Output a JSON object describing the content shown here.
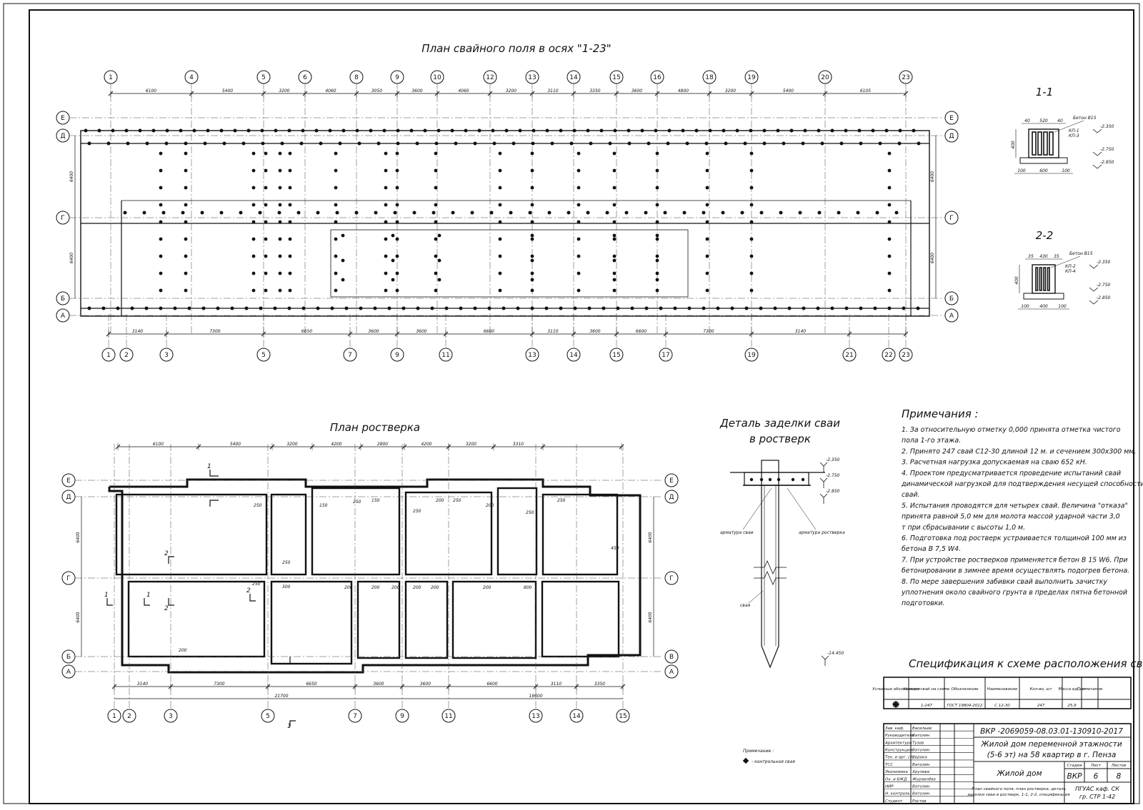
{
  "titles": {
    "pile_plan": "План свайного поля в осях \"1-23\"",
    "grillage_plan": "План ростверка",
    "detail_line1": "Деталь заделки сваи",
    "detail_line2": "в ростверк",
    "section_1": "1-1",
    "section_2": "2-2",
    "notes_head": "Примечания :",
    "spec_head": "Спецификация к схеме расположения свай"
  },
  "pile_plan": {
    "top_axes": [
      "1",
      "4",
      "5",
      "6",
      "8",
      "9",
      "10",
      "12",
      "13",
      "14",
      "15",
      "16",
      "18",
      "19",
      "20",
      "23"
    ],
    "top_dims": [
      "6100",
      "5400",
      "3200",
      "4060",
      "3050",
      "3600",
      "4060",
      "3200",
      "3110",
      "3350",
      "3600",
      "4800",
      "3200",
      "5400",
      "6105"
    ],
    "bottom_axes": [
      "1",
      "2",
      "3",
      "5",
      "7",
      "9",
      "11",
      "13",
      "14",
      "15",
      "17",
      "19",
      "21",
      "22",
      "23"
    ],
    "bottom_dims": [
      "3140",
      "7300",
      "6650",
      "3600",
      "3600",
      "6600",
      "3110",
      "3600",
      "6600",
      "7300",
      "3140"
    ],
    "row_axes": [
      "Е",
      "Д",
      "Г",
      "Б",
      "А"
    ],
    "side_dims": [
      "6400",
      "6400"
    ]
  },
  "grillage_plan": {
    "top_dims": [
      "6100",
      "5400",
      "3200",
      "4200",
      "2800",
      "4200",
      "3200",
      "3310"
    ],
    "bottom_axes": [
      "1",
      "2",
      "3",
      "5",
      "7",
      "9",
      "11",
      "13",
      "14",
      "15"
    ],
    "bottom_dims": [
      "3140",
      "7300",
      "6650",
      "3600",
      "3600",
      "6600",
      "3110",
      "3350"
    ],
    "total_dims": [
      "21700",
      "19600"
    ],
    "left_axes": [
      "Е",
      "Д",
      "Г",
      "Б",
      "А"
    ],
    "right_axes": [
      "Е",
      "Д",
      "Г",
      "В",
      "А"
    ],
    "side_dims": [
      "6400",
      "6400"
    ],
    "beam_labels": [
      "250",
      "250",
      "150",
      "250",
      "150",
      "250",
      "200",
      "250",
      "200",
      "250",
      "250",
      "300",
      "250",
      "200",
      "200",
      "200",
      "200",
      "200",
      "200",
      "200",
      "800",
      "450"
    ]
  },
  "sections": {
    "s1_label": "Бетон В15",
    "s1_rebar": [
      "КП-1",
      "КП-3"
    ],
    "s1_dims": [
      "40",
      "520",
      "40",
      "100",
      "600",
      "100",
      "400"
    ],
    "s1_marks": [
      "-2.350",
      "-2.750",
      "-2.850"
    ],
    "s2_label": "Бетон В15",
    "s2_rebar": [
      "КП-2",
      "КП-4"
    ],
    "s2_dims": [
      "35",
      "430",
      "35",
      "100",
      "400",
      "100",
      "400"
    ],
    "s2_marks": [
      "-2.350",
      "-2.750",
      "-2.850"
    ]
  },
  "detail": {
    "marks": [
      "-2.350",
      "-2.750",
      "-2.850",
      "-14.450"
    ],
    "labels": [
      "арматура сваи",
      "арматура ростверка",
      "свая"
    ]
  },
  "legend": {
    "head": "Примечание :",
    "item": "- контрольная свая"
  },
  "notes": [
    "1. За относительную отметку 0,000 принята отметка чистого",
    "    пола 1-го этажа.",
    "2. Принято 247 свай С12-30 длиной 12 м. и сечением 300х300 мм.",
    "3. Расчетная нагрузка допускаемая на сваю 652 кН.",
    "4. Проектом предусматривается проведение испытаний свай",
    "    динамической нагрузкой для подтверждения несущей способности",
    "    свай.",
    "5. Испытания проводятся для четырех свай. Величина \"отказа\"",
    "    принята равной 5,0 мм для молота массой ударной части 3,0",
    "    т при сбрасывании с высоты 1,0 м.",
    "6. Подготовка под ростверк устраивается толщиной 100 мм из",
    "    бетона В 7,5 W4.",
    "7. При устройстве ростверков применяется бетон В 15 W6. При",
    "    бетонировании в зимнее время осуществлять подогрев бетона.",
    "8. По мере завершения забивки свай выполнить зачистку",
    "    уплотнения около свайного грунта в пределах пятна бетонной",
    "    подготовки."
  ],
  "spec": {
    "headers": [
      "Условные обозначения",
      "Номера свай на схеме",
      "Обозначение",
      "Наименование",
      "Кол-во, шт",
      "Масса ед., кг",
      "Примечание"
    ],
    "row": [
      "1-247",
      "ГОСТ 19804-2012",
      "С 12-30",
      "247",
      "25,9"
    ]
  },
  "title_block": {
    "roles": [
      "Зав. каф.",
      "Руководитель",
      "Архитектура",
      "Конструкции",
      "Тех. и орг. стр.",
      "ТСС",
      "Экономика",
      "Ох. и БЖД",
      "НИР",
      "Н. контроль",
      "Студент"
    ],
    "names": [
      "Васильев",
      "Ватолин",
      "Тузов",
      "Ватолин",
      "Сорока",
      "Ватолин",
      "Хрулева",
      "Журавлёва",
      "Ватолин",
      "Ватолин",
      "Ростов"
    ],
    "code": "ВКР -2069059-08.03.01-130910-2017",
    "project_lines": [
      "Жилой дом переменной этажности",
      "(5-6 эт) на 58 квартир в г. Пенза"
    ],
    "object": "Жилой дом",
    "stage_hdr": [
      "Стадия",
      "Лист",
      "Листов"
    ],
    "stage_vals": [
      "ВКР",
      "6",
      "8"
    ],
    "sheet_desc_1": "План свайного поля, план ростверка, деталь",
    "sheet_desc_2": "заделки сваи в ростверк, 1-1, 2-2, спецификация",
    "org_1": "ПГУАС каф. СК",
    "org_2": "гр. СТР 1-42"
  },
  "colors": {
    "line": "#111111",
    "axis": "#333333"
  }
}
